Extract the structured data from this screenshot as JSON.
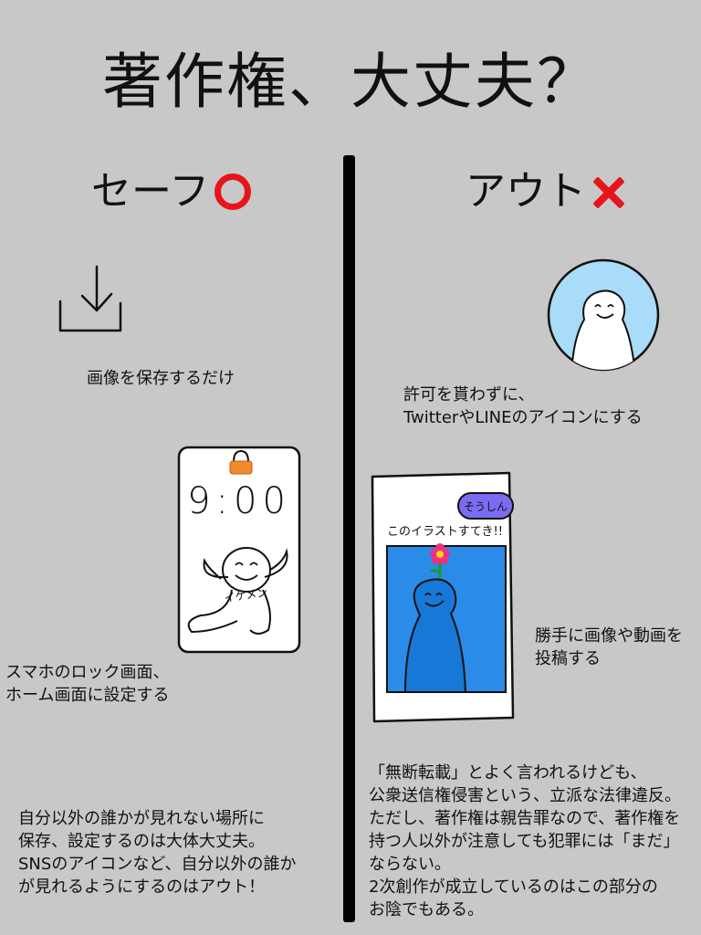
{
  "title": "著作権、大丈夫？",
  "safe": {
    "heading": "セーフ",
    "heading_icon": "red-circle-icon",
    "item1_caption": "画像を保存するだけ",
    "phone_time": "9:00",
    "phone_face_text": "イケメン",
    "item2_caption": "スマホのロック画面、\nホーム画面に設定する",
    "summary": "自分以外の誰かが見れない場所に\n保存、設定するのは大体大丈夫。\nSNSのアイコンなど、自分以外の誰か\nが見れるようにするのはアウト！"
  },
  "out": {
    "heading": "アウト",
    "heading_icon": "red-cross-icon",
    "item1_caption": "許可を貰わずに、\nTwitterやLINEのアイコンにする",
    "post_bubble": "そうしん",
    "post_text": "このイラストすてき!!",
    "item2_caption": "勝手に画像や動画を\n投稿する",
    "summary": "「無断転載」とよく言われるけども、\n公衆送信権侵害という、立派な法律違反。\nただし、著作権は親告罪なので、著作権を\n持つ人以外が注意しても犯罪には「まだ」\nならない。\n2次創作が成立しているのはこの部分の\nお陰でもある。"
  },
  "colors": {
    "background": "#c8c8c8",
    "accent_red": "#e8141c",
    "lock_orange": "#f08a2c",
    "avatar_bg": "#a8dcf8",
    "post_blue": "#2a8ce8",
    "bubble_purple": "#7a6cf0"
  }
}
